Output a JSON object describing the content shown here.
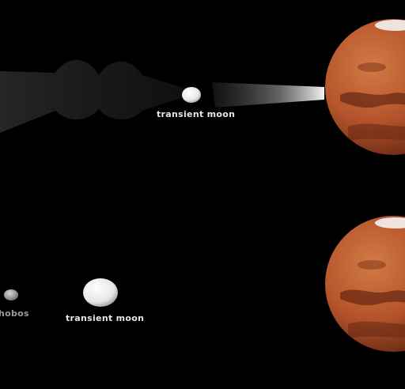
{
  "panels": {
    "top": {
      "moon_label": "transient moon"
    },
    "bottom": {
      "moon_label": "transient moon",
      "phobos_label": "hobos"
    }
  },
  "colors": {
    "background": "#000000",
    "mars_surface": "#b4532a",
    "mars_dark_region": "#6b2a14",
    "moon": "#f2f2f2",
    "label_text": "#e6e6e6",
    "phobos_label_text": "#9a9a9a"
  }
}
